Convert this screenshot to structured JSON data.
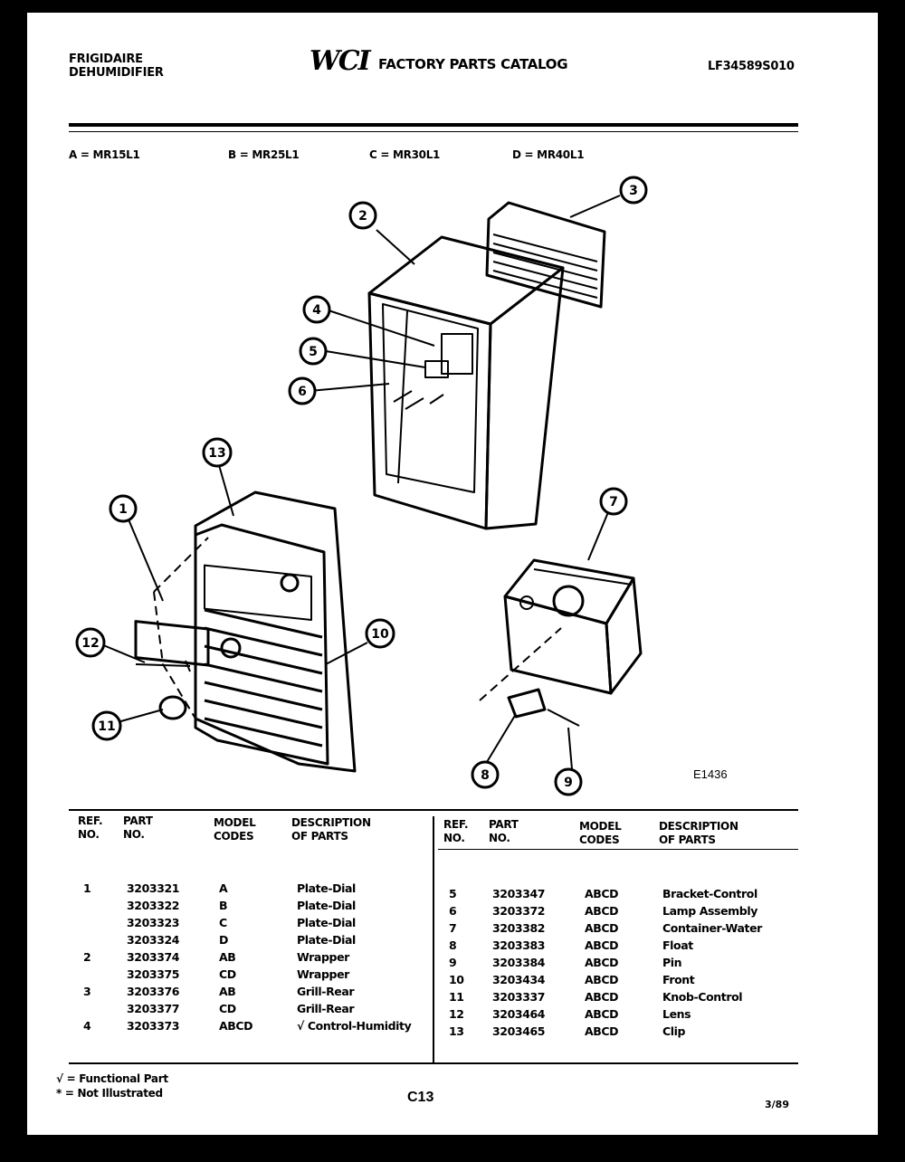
{
  "header": {
    "brand_line1": "FRIGIDAIRE",
    "brand_line2": "DEHUMIDIFIER",
    "logo": "WCI",
    "catalog_title": "FACTORY PARTS CATALOG",
    "catalog_number": "LF34589S010"
  },
  "models": [
    {
      "label": "A = MR15L1"
    },
    {
      "label": "B = MR25L1"
    },
    {
      "label": "C = MR30L1"
    },
    {
      "label": "D = MR40L1"
    }
  ],
  "diagram": {
    "callouts": [
      "1",
      "2",
      "3",
      "4",
      "5",
      "6",
      "7",
      "8",
      "9",
      "10",
      "11",
      "12",
      "13"
    ],
    "figure_code": "E1436"
  },
  "table": {
    "headers": {
      "ref": [
        "REF.",
        "NO."
      ],
      "part": [
        "PART",
        "NO."
      ],
      "model": [
        "MODEL",
        "CODES"
      ],
      "desc": [
        "DESCRIPTION",
        "OF PARTS"
      ]
    },
    "left_rows": [
      {
        "ref": "1",
        "part": "3203321",
        "model": "A",
        "desc": "Plate-Dial"
      },
      {
        "ref": "",
        "part": "3203322",
        "model": "B",
        "desc": "Plate-Dial"
      },
      {
        "ref": "",
        "part": "3203323",
        "model": "C",
        "desc": "Plate-Dial"
      },
      {
        "ref": "",
        "part": "3203324",
        "model": "D",
        "desc": "Plate-Dial"
      },
      {
        "ref": "2",
        "part": "3203374",
        "model": "AB",
        "desc": "Wrapper"
      },
      {
        "ref": "",
        "part": "3203375",
        "model": "CD",
        "desc": "Wrapper"
      },
      {
        "ref": "3",
        "part": "3203376",
        "model": "AB",
        "desc": "Grill-Rear"
      },
      {
        "ref": "",
        "part": "3203377",
        "model": "CD",
        "desc": "Grill-Rear"
      },
      {
        "ref": "4",
        "part": "3203373",
        "model": "ABCD",
        "desc": "√ Control-Humidity"
      }
    ],
    "right_rows": [
      {
        "ref": "5",
        "part": "3203347",
        "model": "ABCD",
        "desc": "Bracket-Control"
      },
      {
        "ref": "6",
        "part": "3203372",
        "model": "ABCD",
        "desc": "Lamp Assembly"
      },
      {
        "ref": "7",
        "part": "3203382",
        "model": "ABCD",
        "desc": "Container-Water"
      },
      {
        "ref": "8",
        "part": "3203383",
        "model": "ABCD",
        "desc": "Float"
      },
      {
        "ref": "9",
        "part": "3203384",
        "model": "ABCD",
        "desc": "Pin"
      },
      {
        "ref": "10",
        "part": "3203434",
        "model": "ABCD",
        "desc": "Front"
      },
      {
        "ref": "11",
        "part": "3203337",
        "model": "ABCD",
        "desc": "Knob-Control"
      },
      {
        "ref": "12",
        "part": "3203464",
        "model": "ABCD",
        "desc": "Lens"
      },
      {
        "ref": "13",
        "part": "3203465",
        "model": "ABCD",
        "desc": "Clip"
      }
    ]
  },
  "footer": {
    "legend1": "√ = Functional Part",
    "legend2": "* = Not Illustrated",
    "page": "C13",
    "date": "3/89"
  }
}
